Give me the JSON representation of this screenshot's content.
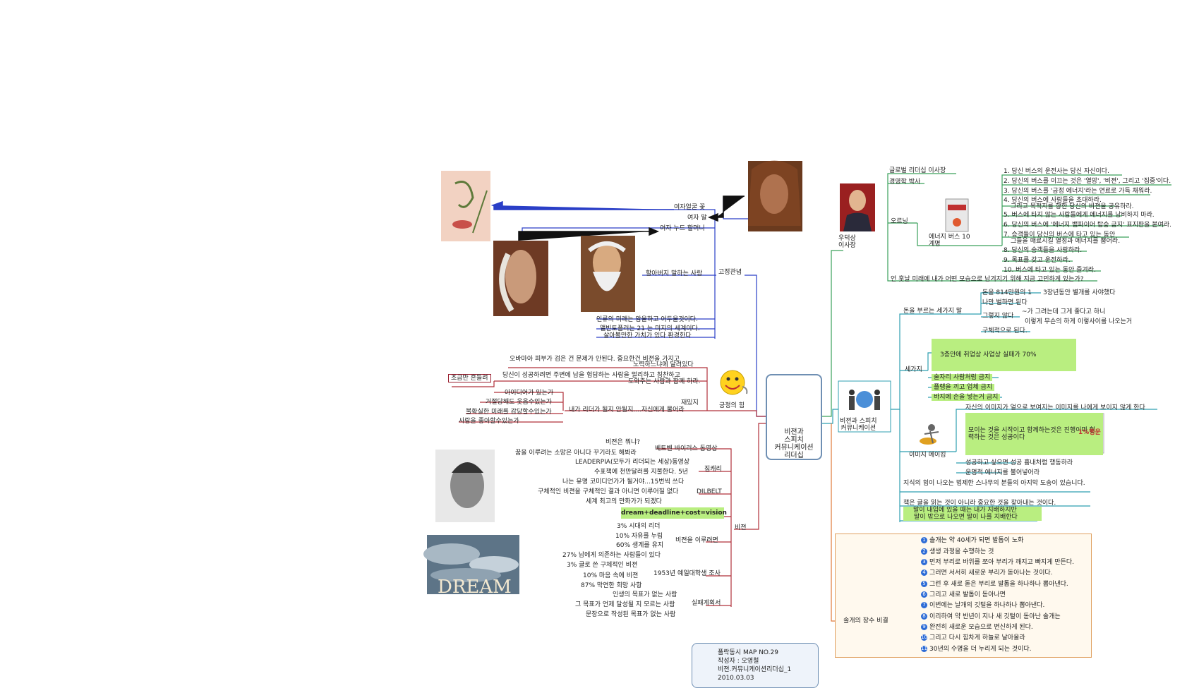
{
  "center": {
    "label": "비젼과\n스피치\n커뮤니케이션\n리더십"
  },
  "left_branches": {
    "gojeong": {
      "label": "고정관념",
      "items": [
        "여자얼굴 꽃",
        "여자 말",
        "여자 누드 할머니",
        "할아버지 말하는 사람",
        "인류의 미래는 암울하고 어두울것이다.",
        "앨빈토플러는 21 는 미지의 세계이다.",
        "살아볼만한 가치가 있다 환경한다"
      ]
    },
    "gongjung": {
      "label": "긍정의 힘",
      "items": [
        "오바마아 피부가 검은 건 문제가 안된다. 중요한건 비젼을 가지고",
        "노력하느냐에 달려있다",
        "당신이 성공하려면 주변에 남을 험담하는 사람을 멀리하고 칭찬하고",
        "도와주는 사람과 함께 하라.",
        "아이디어가 있는가",
        "거절당해도 웃음수있는가",
        "불확실한 미래를 감당할수있는가",
        "사람을 좋아할수있는가",
        "재밌지",
        "내가 리더가 될지 안될지....자신에게 물어라"
      ],
      "box_label": "조금만 흔들려"
    },
    "vision": {
      "label": "비젼",
      "items": [
        "비젼은 뭐냐?",
        "베트벤 바이러스 동영상",
        "꿈을 이루려는 소망은 아니다 꾸기라도 해봐라",
        "LEADERPIA(모두가 리더되는 세상)동영상",
        "짐캐리",
        "수표책에 천만달러를 지불한다. 5년",
        "나는 유명 코미디언가가 될거야...15번씩 쓰다",
        "DILBELT",
        "구체적인 비젼을 구체적인 결과 아니면 이루어질 없다",
        "세계 최고의 만화가가 되겠다"
      ],
      "formula": "dream+deadline+cost=vision",
      "sub_label": "비젼을 이루려면",
      "survey_label": "1953년 예일대학생 조사",
      "plan_label": "실패계획서",
      "percent_items": [
        "3% 시대의 리더",
        "10% 자유를 누림",
        "60% 생계를 유지",
        "27% 남에게 의존하는 사람들이 있다",
        "3% 글로 쓴 구체적인 비젼",
        "10% 마음 속에 비젼",
        "87% 막연한 희망 사항",
        "인생의 목표가 없는 사람",
        "그 목표가 언제 달성될 지 모르는 사람",
        "문장으로 작성된 목표가 없는 사람"
      ]
    }
  },
  "right_branches": {
    "woo": {
      "label": "우덕상\n이사장",
      "items": [
        "글로벌 리더십 이사장",
        "경영학 박사",
        "오르닝",
        "에너지 버스 10\n계명",
        "언 훗날 미래에 내가 어떤 모습으로 남겨지기 위해 지금 고민하게 있는가?"
      ],
      "numbered": [
        "1. 당신 버스의 운전사는 당신 자신이다.",
        "2. 당신의 버스를 이끄는 것은 '열망', '비젼', 그리고 '집중'이다.",
        "3. 당신의 버스를 '긍정 에너지'라는 연료로 가득 채워라.",
        "4. 당신의 버스에 사람들을 초대하라.",
        "그리고 목적지를 향한 당신의 비젼을 공유하라.",
        "5. 버스에 타지 않는 사람들에게 에너지를 낭비하지 마라.",
        "6. 당신의 버스에 '에너지 뱀파이어 탑승 금지' 표지판을 붙여라.",
        "7. 승객들이 당신의 버스에 타고 있는 동안",
        "그들을 매료시킬 열정과 에너지를 뿜어라.",
        "8. 당신의 승객들을 사랑하라.",
        "9. 목표를 갖고 운전하라.",
        "10. 버스에 타고 있는 동안 즐겨라."
      ]
    },
    "speech": {
      "label": "비젼과 스피치\n커뮤니케이션",
      "sub1": {
        "label": "돈을 부르는 세가지 말",
        "items": [
          "돈을 814만원의 1",
          "3장년동안 별개를 사야했다",
          "나만 벌하면 된다",
          "그렇지 않다",
          "~가 그려는데 그게 좋다고 하니",
          "이렇게 무슨의 하게 이렇사이를 나오는거",
          "구체적으로 된다."
        ]
      },
      "sub2": {
        "label": "세가지",
        "items": [
          "3층안에 취업상 사업상 실패가 70%",
          "술자리 사람처럼 금지",
          "플랭을 끼고 업체 금지",
          "바지에 손을 넣는거 금지"
        ]
      },
      "sub3": {
        "label": "이미지 메이킹",
        "items": [
          "자신의 이미지가 얼으로 보여지는 이미지를 나에게 보이지 않게 한다",
          "모이는 것을 시작이고 함께하는것은 진행이며 협력하는 것은 성공이다",
          "성공하고 싶으면 성공 흉내처럼 행동하라",
          "운명적 에너지를 불어넣어라",
          "지식의 힘이 나오는 법제한 스나무의 분들의 아지막 도송이 있습니다.",
          "책은 글을 읽는 것이 아니라 중요한 것을 찾아내는 것이다.",
          "말이 내입에 있을 때는 내가 지배하지만",
          "말이 밖으로 나오면 말이 나를 지배한다"
        ],
        "book_label": "1%행운"
      },
      "sub4": {
        "label": "솔개의 장수 비결",
        "items": [
          "솔개는 약 40세가 되면 발톱이 노화",
          "생생 과정을 수행하는 것",
          "먼저 부리로 바위를 쪼아 부리가 깨지고 빠지게 만든다.",
          "그러면 서서히 새로운 부리가 돋아나는 것이다.",
          "그런 후 새로 돋은 부리로 발톱을 하나하나 뽑아낸다.",
          "그리고 새로 발톱이 돋아나면",
          "이번에는 날개의 깃털을 하나하나 뽑아낸다.",
          "이리하여 약 반년이 지나 새 깃털이 돋아난 솔개는",
          "완전히 새로운 모습으로 변신하게 된다.",
          "그리고 다시 힘차게 하늘로 날아올라",
          "30년의 수명을 더 누리게 되는 것이다."
        ]
      }
    }
  },
  "info_box": {
    "line1": "폴락동시 MAP NO.29",
    "line2": "작성자 : 오영철",
    "line3": "비젼.커뮤니케이션리더십_1",
    "line4": "2010.03.03"
  },
  "photo_labels": {
    "dream": "DREAM"
  },
  "colors": {
    "blue_line": "#2a3fc7",
    "green_line": "#3aa05a",
    "teal_line": "#2f9fb0",
    "red_line": "#b0303a",
    "orange_line": "#e07a3a",
    "green_box": "#b9ee80"
  }
}
